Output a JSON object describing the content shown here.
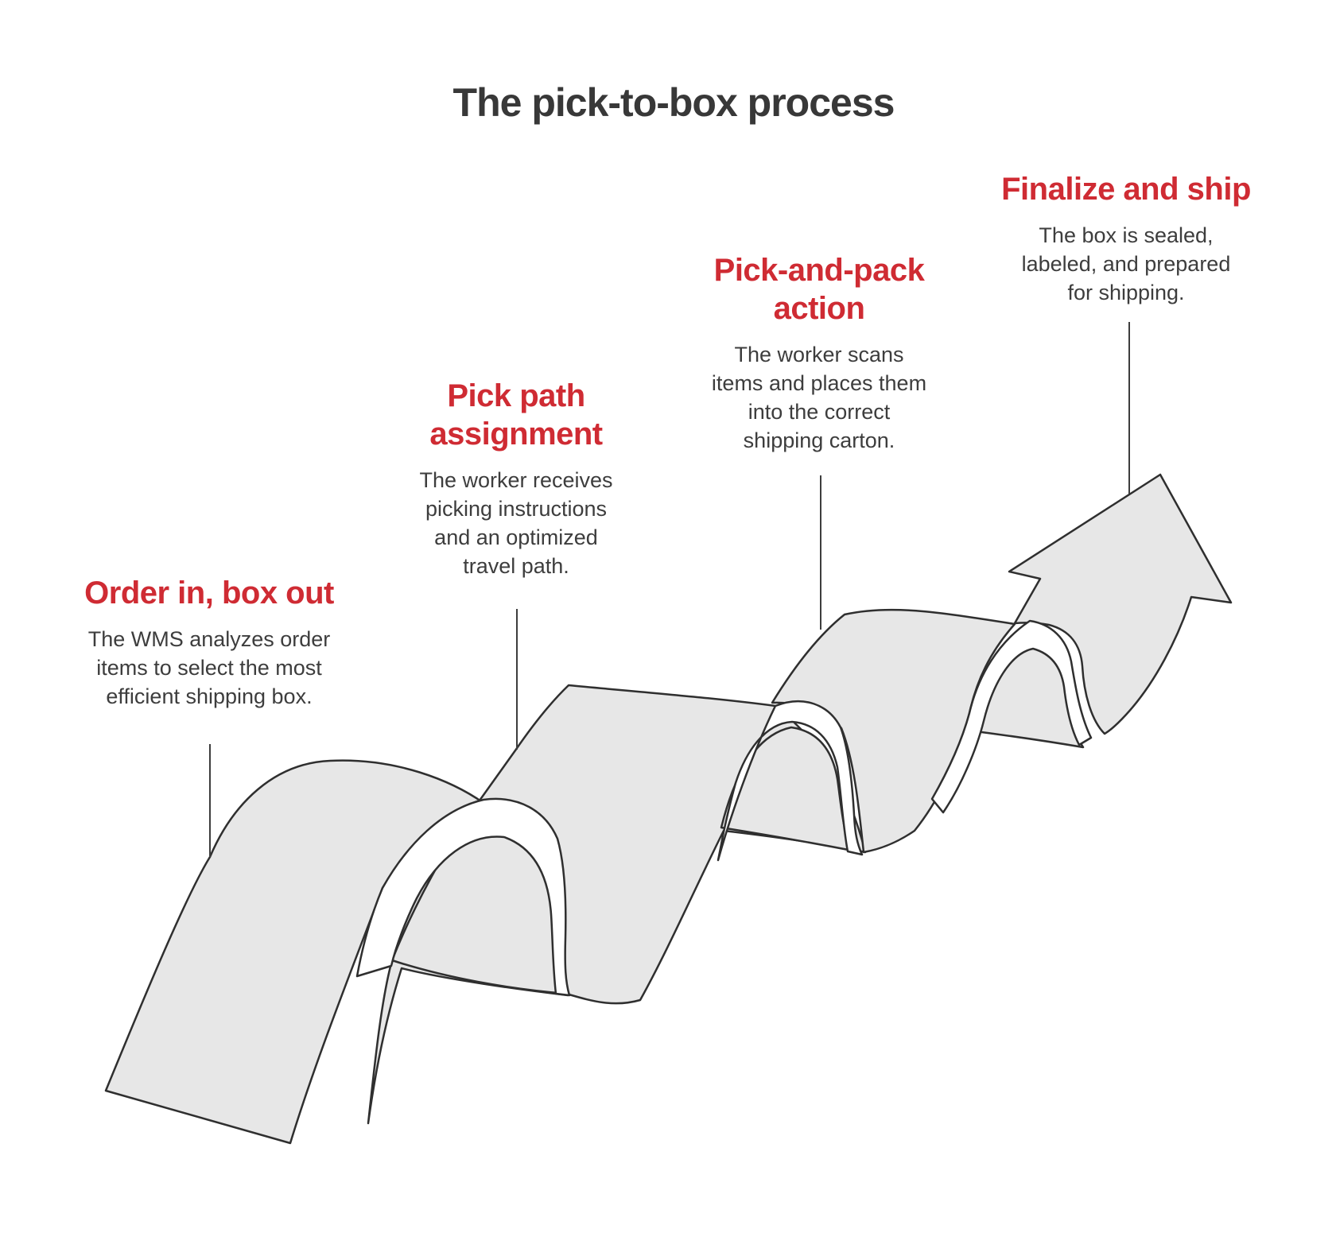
{
  "title": "The pick-to-box process",
  "stages": [
    {
      "heading_lines": [
        "Order in, box out"
      ],
      "desc_lines": [
        "The WMS analyzes order",
        "items to select the most",
        "efficient shipping box."
      ]
    },
    {
      "heading_lines": [
        "Pick path",
        "assignment"
      ],
      "desc_lines": [
        "The worker receives",
        "picking instructions",
        "and an optimized",
        "travel path."
      ]
    },
    {
      "heading_lines": [
        "Pick-and-pack",
        "action"
      ],
      "desc_lines": [
        "The worker scans",
        "items and places them",
        "into the correct",
        "shipping carton."
      ]
    },
    {
      "heading_lines": [
        "Finalize and ship"
      ],
      "desc_lines": [
        "The box is sealed,",
        "labeled, and prepared",
        "for shipping."
      ]
    }
  ],
  "colors": {
    "accent_red": "#cf2b33",
    "text_dark": "#3d3d3d",
    "title_dark": "#383838",
    "ribbon_fill": "#e7e7e7",
    "ribbon_stroke": "#2f2f2f",
    "fold_band": "#ffffff",
    "background": "#ffffff"
  }
}
